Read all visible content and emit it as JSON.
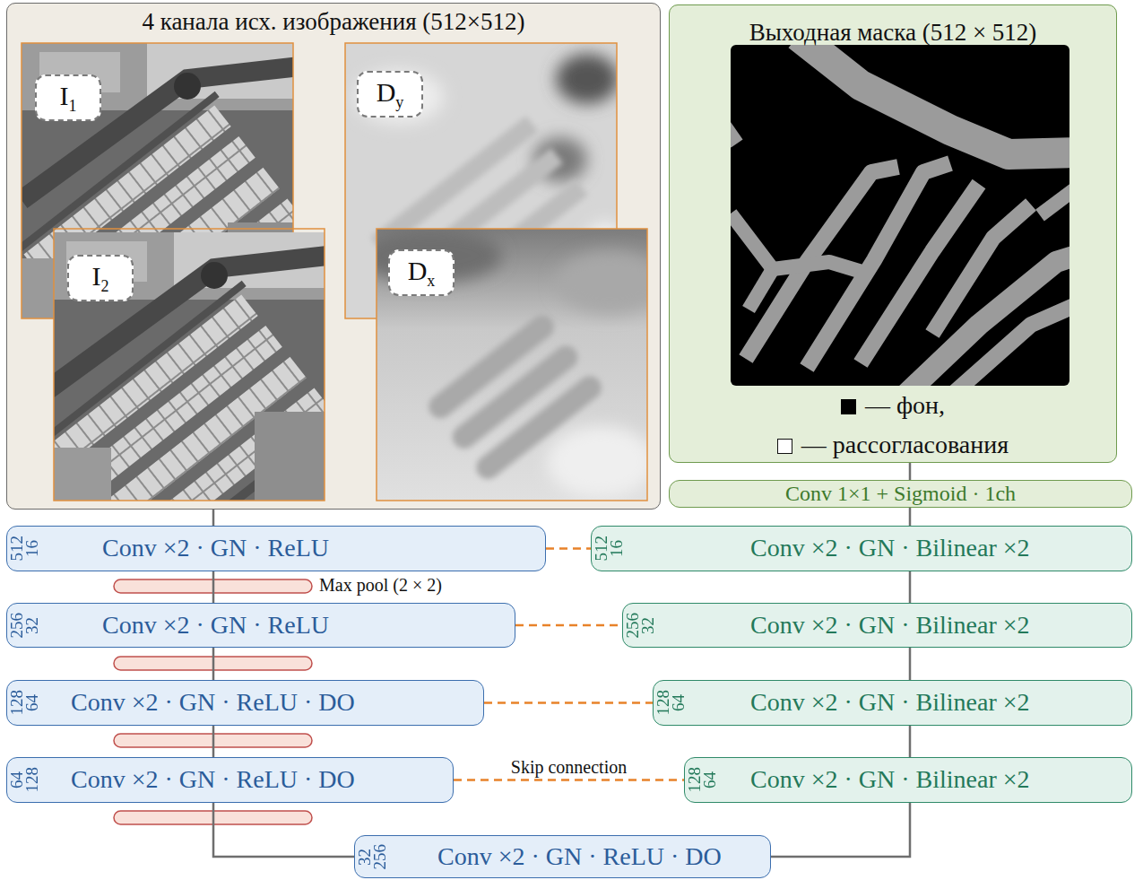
{
  "diagram": {
    "nodes": [
      {
        "text": [
          "4 канала исх. изображения (512×512)"
        ]
      },
      {
        "text": [
          "I",
          "1"
        ],
        "in": 0
      },
      {
        "text": [
          "D",
          "y"
        ],
        "in": 0
      },
      {
        "text": [
          "I",
          "2"
        ],
        "in": 0
      },
      {
        "text": [
          "D",
          "x"
        ],
        "in": 0
      },
      {
        "text": [
          "Выходная маска (512 × 512)"
        ]
      },
      {
        "text": [
          "Conv 1×1 + Sigmoid · 1ch"
        ]
      },
      {
        "text": [
          "512",
          "16",
          "Conv ×2 · GN · ReLU"
        ]
      },
      {
        "text": [
          "512",
          "16",
          "Conv ×2 · GN · Bilinear ×2"
        ]
      },
      {
        "text": [
          "256",
          "32",
          "Conv ×2 · GN · ReLU"
        ]
      },
      {
        "text": [
          "256",
          "32",
          "Conv ×2 · GN · Bilinear ×2"
        ]
      },
      {
        "text": [
          "128",
          "64",
          "Conv ×2 · GN · ReLU · DO"
        ]
      },
      {
        "text": [
          "128",
          "64",
          "Conv ×2 · GN · Bilinear ×2"
        ]
      },
      {
        "text": [
          "64",
          "128",
          "Conv ×2 · GN · ReLU · DO"
        ]
      },
      {
        "text": [
          "128",
          "64",
          "Conv ×2 · GN · Bilinear ×2"
        ]
      },
      {
        "text": [
          "32",
          "256",
          "Conv ×2 · GN · ReLU · DO"
        ]
      }
    ],
    "edges": [
      {
        "from": 0,
        "to": 7,
        "arrow": "none"
      },
      {
        "from": 7,
        "to": 9,
        "arrow": "none"
      },
      {
        "from": 9,
        "to": 11,
        "arrow": "none"
      },
      {
        "from": 11,
        "to": 13,
        "arrow": "none"
      },
      {
        "from": 13,
        "to": 15,
        "arrow": "none"
      },
      {
        "from": 15,
        "to": 14,
        "arrow": "none"
      },
      {
        "from": 14,
        "to": 12,
        "arrow": "none"
      },
      {
        "from": 12,
        "to": 10,
        "arrow": "none"
      },
      {
        "from": 10,
        "to": 8,
        "arrow": "none"
      },
      {
        "from": 8,
        "to": 6,
        "arrow": "none"
      },
      {
        "from": 6,
        "to": 5,
        "arrow": "none"
      },
      {
        "from": 7,
        "to": 8,
        "arrow": "none"
      },
      {
        "from": 9,
        "to": 10,
        "arrow": "none"
      },
      {
        "from": 11,
        "to": 12,
        "arrow": "none"
      },
      {
        "from": 13,
        "to": 14,
        "label": "Skip connection",
        "arrow": "none"
      }
    ],
    "labels": [
      "Max pool (2 × 2)"
    ],
    "legend": [
      {
        "text": "— фон,",
        "color": "#000000"
      },
      {
        "text": "— рассогласования"
      }
    ]
  }
}
